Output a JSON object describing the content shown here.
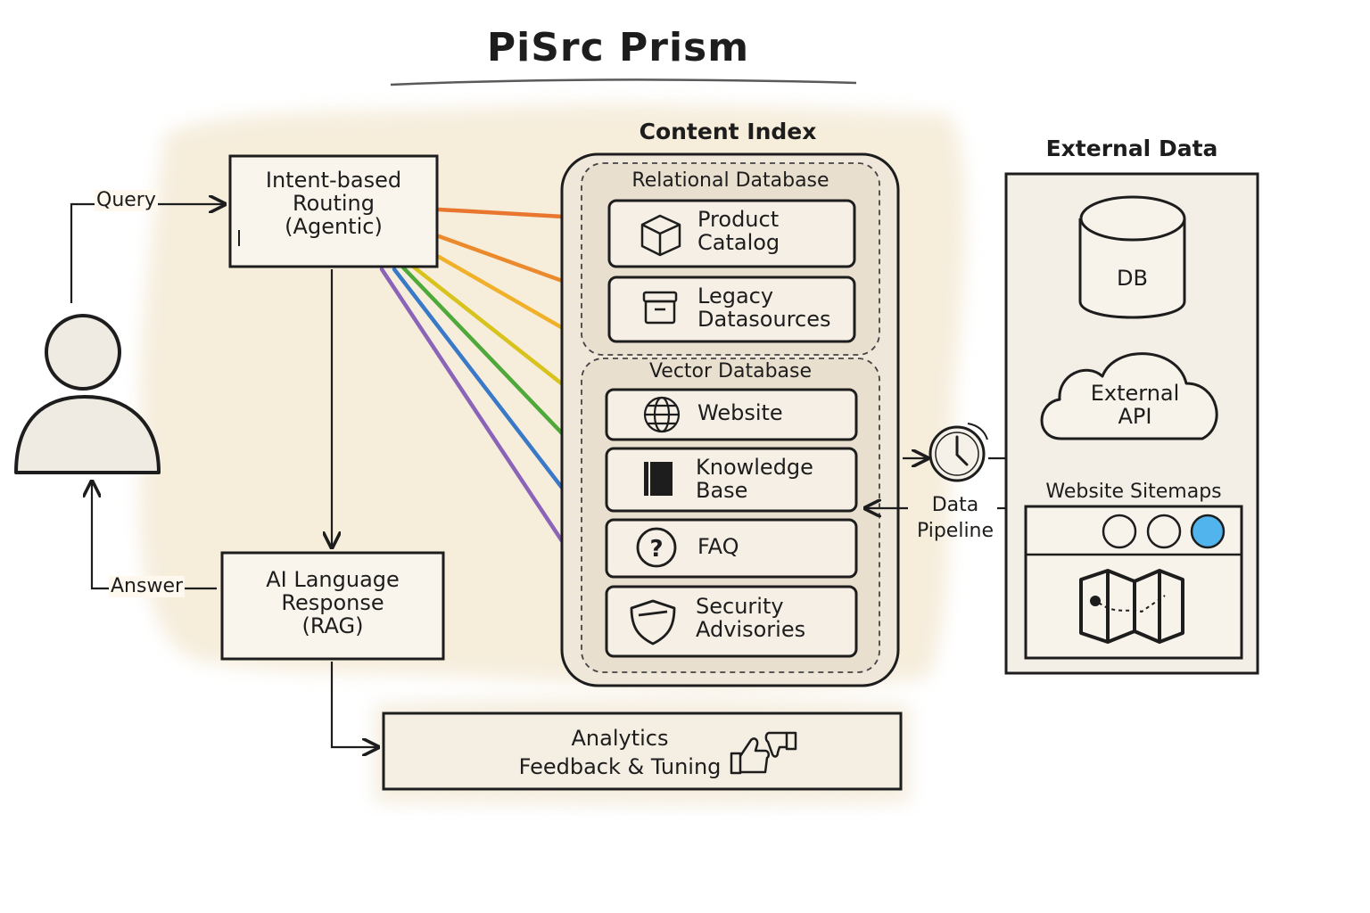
{
  "title": "PiSrc Prism",
  "flows": {
    "query": "Query",
    "answer": "Answer"
  },
  "routing": {
    "lines": [
      "Intent-based",
      "Routing",
      "(Agentic)"
    ]
  },
  "rag": {
    "lines": [
      "AI Language",
      "Response",
      "(RAG)"
    ]
  },
  "analytics": {
    "lines": [
      "Analytics",
      "Feedback & Tuning"
    ],
    "icon": "thumbs-up-down-icon"
  },
  "content_index": {
    "title": "Content Index",
    "relational": {
      "title": "Relational Database",
      "items": [
        {
          "lines": [
            "Product",
            "Catalog"
          ],
          "icon": "box-icon"
        },
        {
          "lines": [
            "Legacy",
            "Datasources"
          ],
          "icon": "archive-icon"
        }
      ]
    },
    "vector": {
      "title": "Vector Database",
      "items": [
        {
          "lines": [
            "Website"
          ],
          "icon": "globe-icon"
        },
        {
          "lines": [
            "Knowledge",
            "Base"
          ],
          "icon": "book-icon"
        },
        {
          "lines": [
            "FAQ"
          ],
          "icon": "question-icon"
        },
        {
          "lines": [
            "Security",
            "Advisories"
          ],
          "icon": "shield-icon"
        }
      ]
    }
  },
  "pipeline": {
    "lines": [
      "Data",
      "Pipeline"
    ],
    "icon": "clock-icon"
  },
  "external": {
    "title": "External Data",
    "db": "DB",
    "api_lines": [
      "External",
      "API"
    ],
    "sitemaps": "Website Sitemaps"
  },
  "colors": {
    "ink": "#1d1d1d",
    "paper": "#f6eedf",
    "card": "#f3ede3",
    "orange": "#e8762f",
    "amber": "#f0a030",
    "yellow": "#e9c41f",
    "green": "#4ea83a",
    "blue": "#3a78c8",
    "purple": "#8a64b8",
    "dot_blue": "#52b4ec"
  }
}
